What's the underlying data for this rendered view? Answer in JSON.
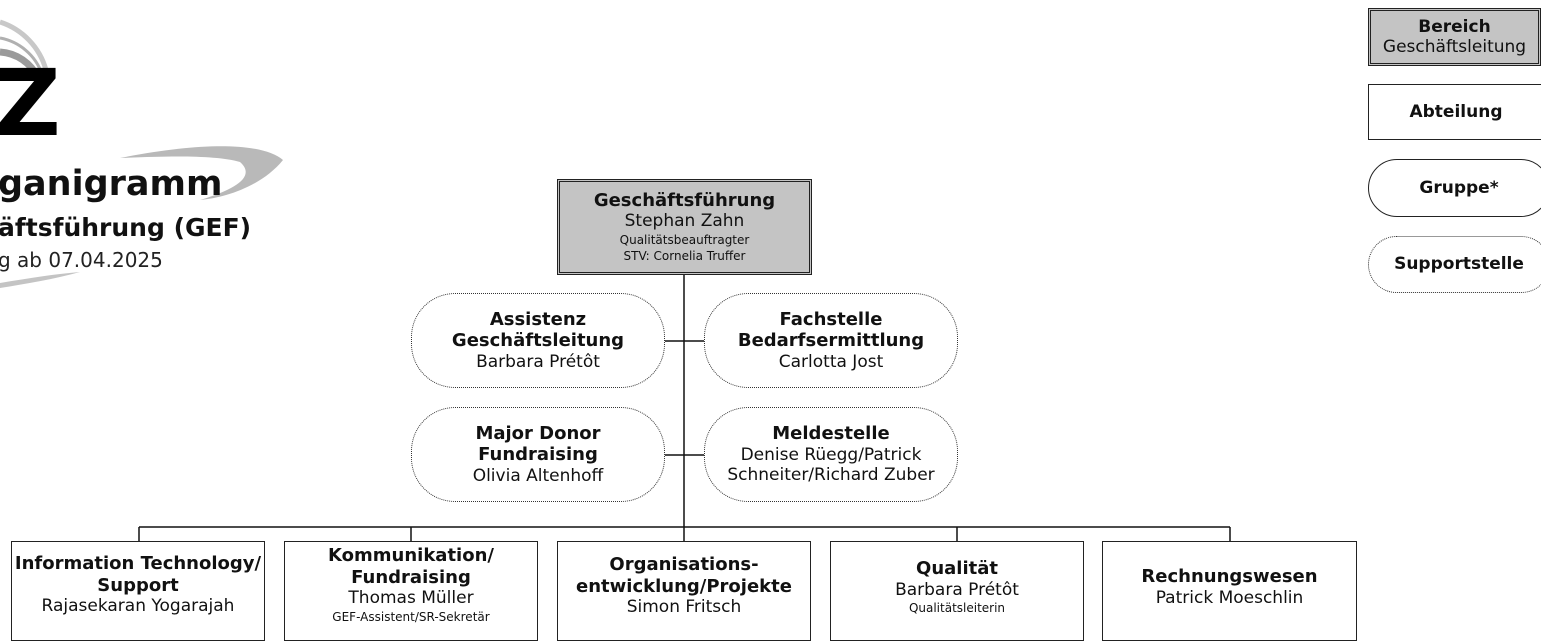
{
  "header": {
    "logo": "Z",
    "title": "ganigramm",
    "subtitle": "äftsführung (GEF)",
    "date": "g ab 07.04.2025"
  },
  "top": {
    "title": "Geschäftsführung",
    "name": "Stephan Zahn",
    "note1": "Qualitätsbeauftragter",
    "note2": "STV: Cornelia Truffer"
  },
  "support_left": [
    {
      "title1": "Assistenz",
      "title2": "Geschäftsleitung",
      "name": "Barbara Prétôt"
    },
    {
      "title1": "Major Donor",
      "title2": "Fundraising",
      "name": "Olivia Altenhoff"
    }
  ],
  "support_right": [
    {
      "title1": "Fachstelle",
      "title2": "Bedarfsermittlung",
      "name": "Carlotta Jost"
    },
    {
      "title1": "Meldestelle",
      "name1": "Denise Rüegg/Patrick",
      "name2": "Schneiter/Richard Zuber"
    }
  ],
  "departments": [
    {
      "title1": "Information Technology/",
      "title2": "Support",
      "name": "Rajasekaran Yogarajah"
    },
    {
      "title1": "Kommunikation/",
      "title2": "Fundraising",
      "name": "Thomas Müller",
      "note": "GEF-Assistent/SR-Sekretär"
    },
    {
      "title1": "Organisations-",
      "title2": "entwicklung/Projekte",
      "name": "Simon Fritsch"
    },
    {
      "title1": "Qualität",
      "name": "Barbara Prétôt",
      "note": "Qualitätsleiterin"
    },
    {
      "title1": "Rechnungswesen",
      "name": "Patrick Moeschlin"
    }
  ],
  "legend": {
    "bereich_title": "Bereich",
    "bereich_sub": "Geschäftsleitung",
    "abteilung": "Abteilung",
    "gruppe": "Gruppe*",
    "supportstelle": "Supportstelle"
  }
}
